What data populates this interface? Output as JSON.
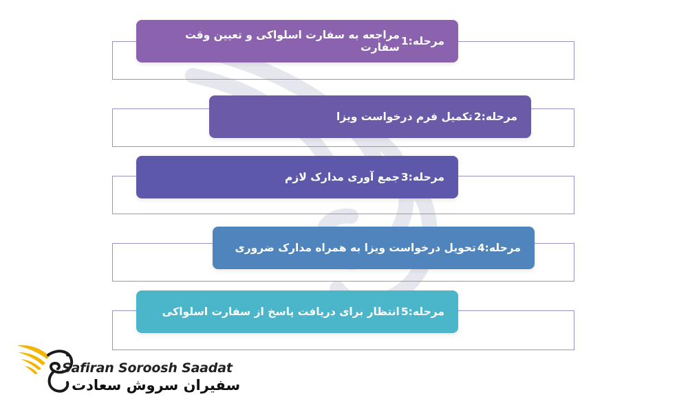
{
  "steps": [
    {
      "label": "مرحله ",
      "num": "1:",
      "text": " مراجعه به سفارت اسلواکی و تعیین وقت سفارت",
      "color": "#8a62ad"
    },
    {
      "label": "مرحله ",
      "num": "2:",
      "text": " تکمیل فرم درخواست ویزا",
      "color": "#6a5aa8"
    },
    {
      "label": "مرحله ",
      "num": "3:",
      "text": " جمع آوری مدارک لازم",
      "color": "#5d58aa"
    },
    {
      "label": "مرحله ",
      "num": "4:",
      "text": " تحویل درخواست ویزا به همراه مدارک ضروری",
      "color": "#4f84bd"
    },
    {
      "label": "مرحله ",
      "num": "5:",
      "text": " انتظار برای دریافت پاسخ از سفارت اسلواکی",
      "color": "#4bb5c9"
    }
  ],
  "logo": {
    "name_en": "Safiran Soroosh Saadat",
    "name_fa": "سفیران سروش سعادت",
    "gold": "#f2b500",
    "dark": "#1a1a1a"
  },
  "frame_color": "#9a92c4"
}
